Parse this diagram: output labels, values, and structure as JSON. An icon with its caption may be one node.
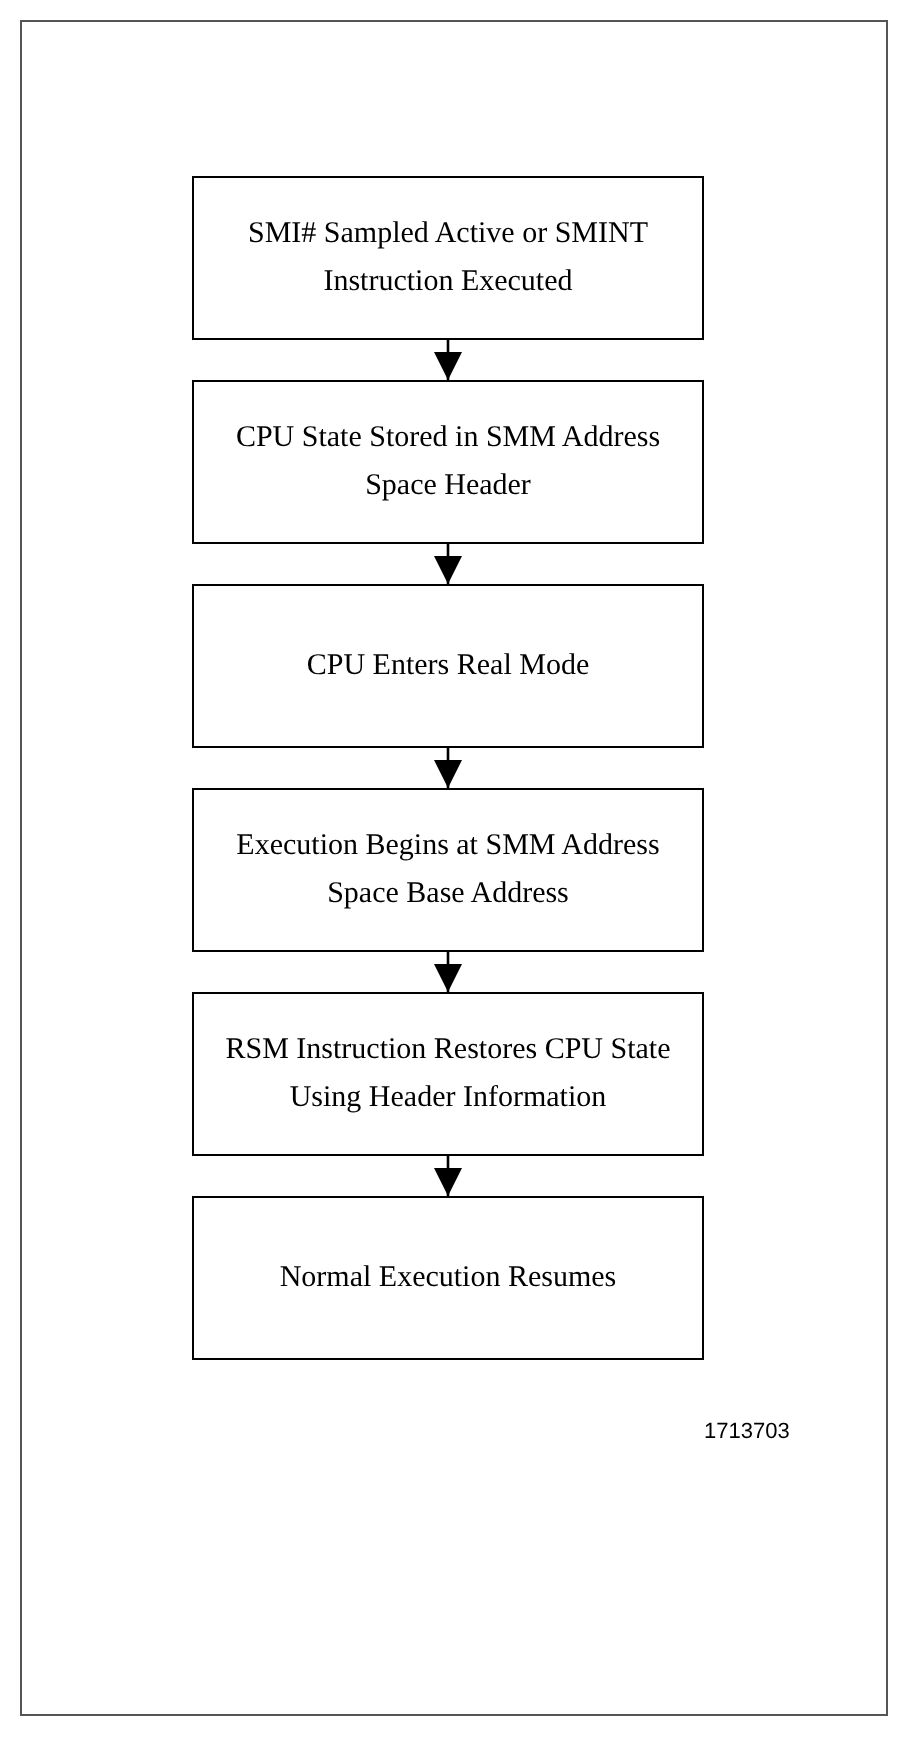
{
  "diagram": {
    "nodes": [
      {
        "text": [
          "SMI# Sampled Active or SMINT Instruction Executed"
        ]
      },
      {
        "text": [
          "CPU State Stored in SMM Address Space Header"
        ]
      },
      {
        "text": [
          "CPU Enters Real Mode"
        ]
      },
      {
        "text": [
          "Execution Begins at SMM Address Space Base Address"
        ]
      },
      {
        "text": [
          "RSM Instruction Restores CPU State Using Header Information"
        ]
      },
      {
        "text": [
          "Normal Execution Resumes"
        ]
      }
    ],
    "edges": [
      {
        "from": 0,
        "to": 1,
        "arrow": "to"
      },
      {
        "from": 1,
        "to": 2,
        "arrow": "to"
      },
      {
        "from": 2,
        "to": 3,
        "arrow": "to"
      },
      {
        "from": 3,
        "to": 4,
        "arrow": "to"
      },
      {
        "from": 4,
        "to": 5,
        "arrow": "to"
      }
    ],
    "labels": [
      "1713703"
    ]
  }
}
